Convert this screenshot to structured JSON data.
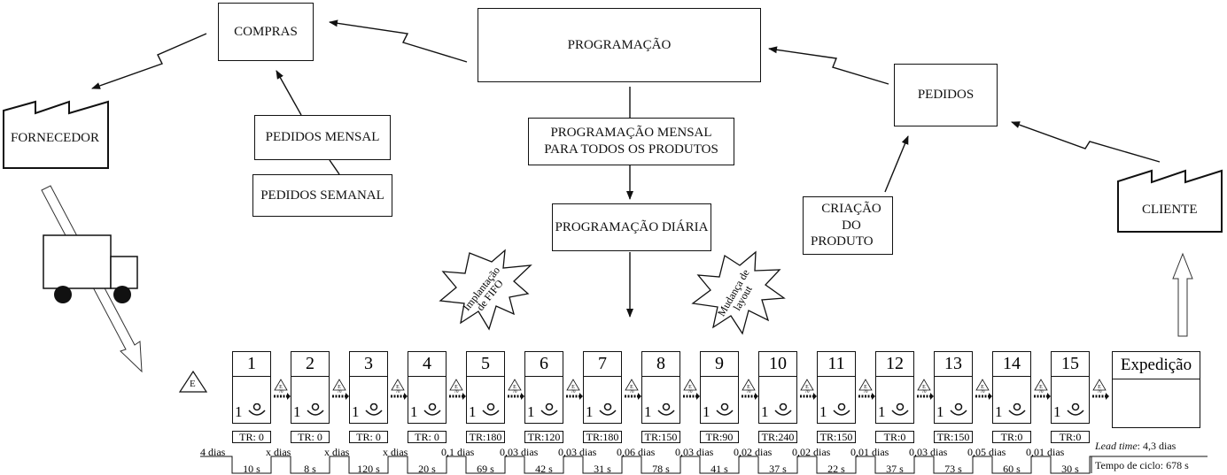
{
  "boxes": {
    "compras": "COMPRAS",
    "programacao": "PROGRAMAÇÃO",
    "pedidos": "PEDIDOS",
    "pedidos_mensal": "PEDIDOS MENSAL",
    "pedidos_semanal": "PEDIDOS SEMANAL",
    "prog_mensal_l1": "PROGRAMAÇÃO MENSAL",
    "prog_mensal_l2": "PARA TODOS OS PRODUTOS",
    "prog_diaria": "PROGRAMAÇÃO DIÁRIA",
    "criacao_l1": "CRIAÇÃO DO",
    "criacao_l2": "PRODUTO",
    "fornecedor": "FORNECEDOR",
    "cliente": "CLIENTE"
  },
  "bursts": {
    "fifo_l1": "Implantação",
    "fifo_l2": "de FIFO",
    "layout_l1": "Mudança de",
    "layout_l2": "layout"
  },
  "inventory_main": "E",
  "inventory_small": "E",
  "inventory_small_qty": "70",
  "operator": "1",
  "processes": [
    {
      "num": "1",
      "tr": "TR: 0"
    },
    {
      "num": "2",
      "tr": "TR: 0"
    },
    {
      "num": "3",
      "tr": "TR: 0"
    },
    {
      "num": "4",
      "tr": "TR: 0"
    },
    {
      "num": "5",
      "tr": "TR:180"
    },
    {
      "num": "6",
      "tr": "TR:120"
    },
    {
      "num": "7",
      "tr": "TR:180"
    },
    {
      "num": "8",
      "tr": "TR:150"
    },
    {
      "num": "9",
      "tr": "TR:90"
    },
    {
      "num": "10",
      "tr": "TR:240"
    },
    {
      "num": "11",
      "tr": "TR:150"
    },
    {
      "num": "12",
      "tr": "TR:0"
    },
    {
      "num": "13",
      "tr": "TR:150"
    },
    {
      "num": "14",
      "tr": "TR:0"
    },
    {
      "num": "15",
      "tr": "TR:0"
    }
  ],
  "expedicao": "Expedição",
  "timeline_dias": [
    "4 dias",
    "x dias",
    "x dias",
    "x dias",
    "0,1 dias",
    "0,03 dias",
    "0,03 dias",
    "0,06 dias",
    "0,03 dias",
    "0,02 dias",
    "0,02 dias",
    "0,01 dias",
    "0,03 dias",
    "0,05 dias",
    "0,01 dias"
  ],
  "timeline_secs": [
    "10 s",
    "8 s",
    "120 s",
    "20 s",
    "69 s",
    "42 s",
    "31 s",
    "78 s",
    "41 s",
    "37 s",
    "22 s",
    "37 s",
    "73 s",
    "60 s",
    "30 s"
  ],
  "lead_time_label": "Lead time",
  "lead_time_value": ": 4,3 dias",
  "tempo_ciclo": "Tempo de ciclo: 678 s"
}
